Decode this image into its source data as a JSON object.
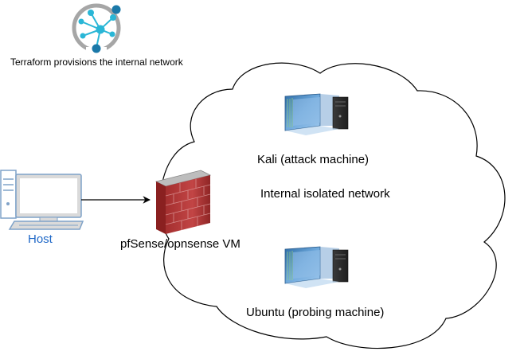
{
  "header": {
    "icon": "terraform-network-icon",
    "caption": "Terraform provisions the internal network"
  },
  "host": {
    "icon": "desktop-computer-icon",
    "label": "Host",
    "label_color": "#1f68c7"
  },
  "firewall": {
    "icon": "firewall-icon",
    "label": "pfSense/opnsense VM"
  },
  "cloud": {
    "label": "Internal isolated network"
  },
  "machines": [
    {
      "icon": "server-icon",
      "label": "Kali (attack machine)"
    },
    {
      "icon": "server-icon",
      "label": "Ubuntu (probing machine)"
    }
  ],
  "colors": {
    "network_ring": "#a6a6a6",
    "network_node": "#29b6d6",
    "network_center": "#1a78a8",
    "firewall_brick": "#b53a3a",
    "server_screen": "#4d8fcf",
    "host_frame": "#dadada"
  }
}
